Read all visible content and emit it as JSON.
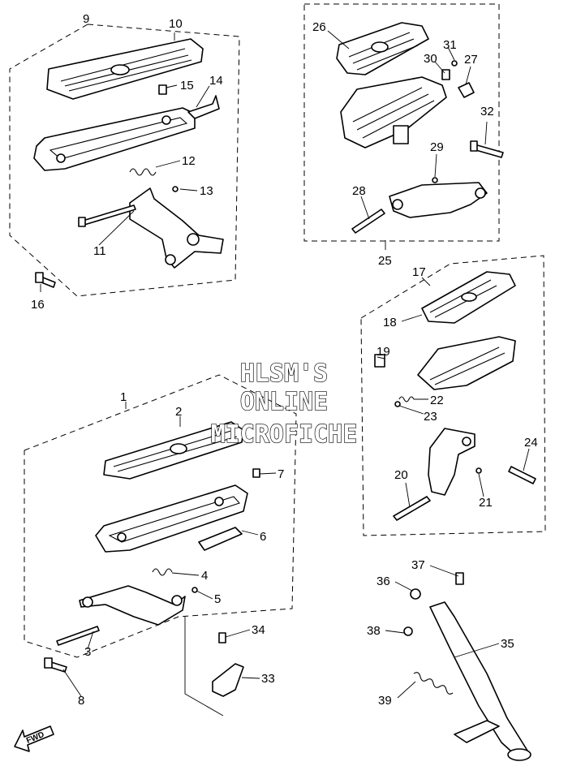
{
  "watermark": [
    "HLSM'S",
    "ONLINE",
    "MICROFICHE"
  ],
  "direction_label": "FWD",
  "callouts": {
    "n1": "1",
    "n2": "2",
    "n3": "3",
    "n4": "4",
    "n5": "5",
    "n6": "6",
    "n7": "7",
    "n8": "8",
    "n9": "9",
    "n10": "10",
    "n11": "11",
    "n12": "12",
    "n13": "13",
    "n14": "14",
    "n15": "15",
    "n16": "16",
    "n17": "17",
    "n18": "18",
    "n19": "19",
    "n20": "20",
    "n21": "21",
    "n22": "22",
    "n23": "23",
    "n24": "24",
    "n25": "25",
    "n26": "26",
    "n27": "27",
    "n28": "28",
    "n29": "29",
    "n30": "30",
    "n31": "31",
    "n32": "32",
    "n33": "33",
    "n34": "34",
    "n35": "35",
    "n36": "36",
    "n37": "37",
    "n38": "38",
    "n39": "39"
  }
}
